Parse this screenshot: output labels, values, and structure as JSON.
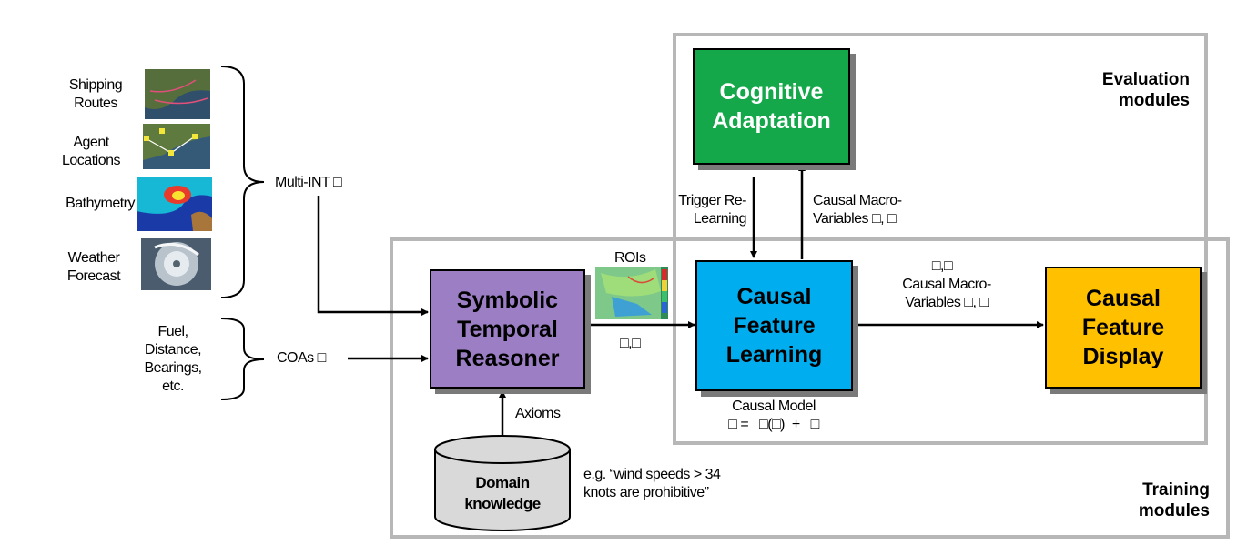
{
  "regions": {
    "evaluation": "Evaluation\nmodules",
    "training": "Training\nmodules"
  },
  "inputs": {
    "shipping": "Shipping\nRoutes",
    "agents": "Agent\nLocations",
    "bathymetry": "Bathymetry",
    "weather": "Weather\nForecast",
    "multi_int": "Multi-INT □",
    "fuel": "Fuel,\nDistance,\nBearings,\netc.",
    "coas": "COAs □"
  },
  "boxes": {
    "cognitive": "Cognitive\nAdaptation",
    "symbolic": "Symbolic\nTemporal\nReasoner",
    "cfl": "Causal\nFeature\nLearning",
    "cfd": "Causal\nFeature\nDisplay",
    "domain": "Domain\nknowledge"
  },
  "labels": {
    "rois": "ROIs",
    "str_out": "□,□",
    "trigger": "Trigger Re-\nLearning",
    "macro_up": "Causal Macro-\nVariables □, □",
    "axioms": "Axioms",
    "causal_model": "Causal Model",
    "causal_eq": "□ =   □(□)  +   □",
    "cfl_out_top": "□,□",
    "macro_right": "Causal Macro-\nVariables □, □",
    "domain_note": "e.g. “wind speeds > 34\nknots are prohibitive”"
  },
  "colors": {
    "cognitive": "#14a84a",
    "symbolic": "#9c7ec4",
    "cfl": "#00aeef",
    "cfd": "#ffc000",
    "region_border": "#b7b7b7",
    "cylinder": "#d9d9d9"
  }
}
